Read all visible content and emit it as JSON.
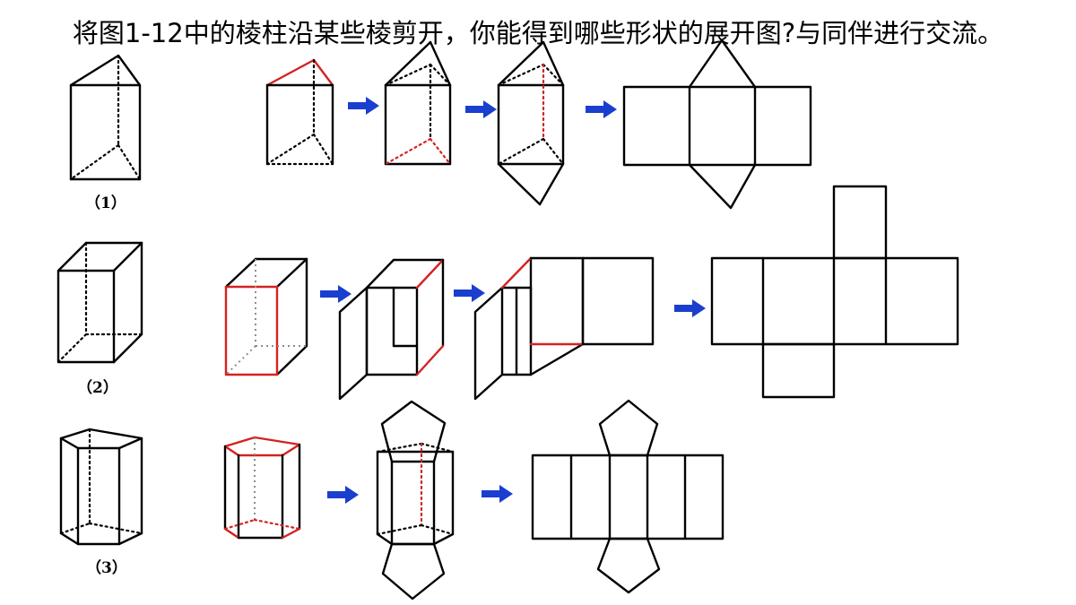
{
  "title": "将图1-12中的棱柱沿某些棱剪开，你能得到哪些形状的展开图?与同伴进行交流。",
  "labels": {
    "fig1": "（1）",
    "fig2": "（2）",
    "fig3": "（3）"
  },
  "colors": {
    "cut_edge": "#d42222",
    "arrow": "#1a3fcf",
    "line": "#000000"
  },
  "icons": [
    "right-arrow-icon"
  ]
}
